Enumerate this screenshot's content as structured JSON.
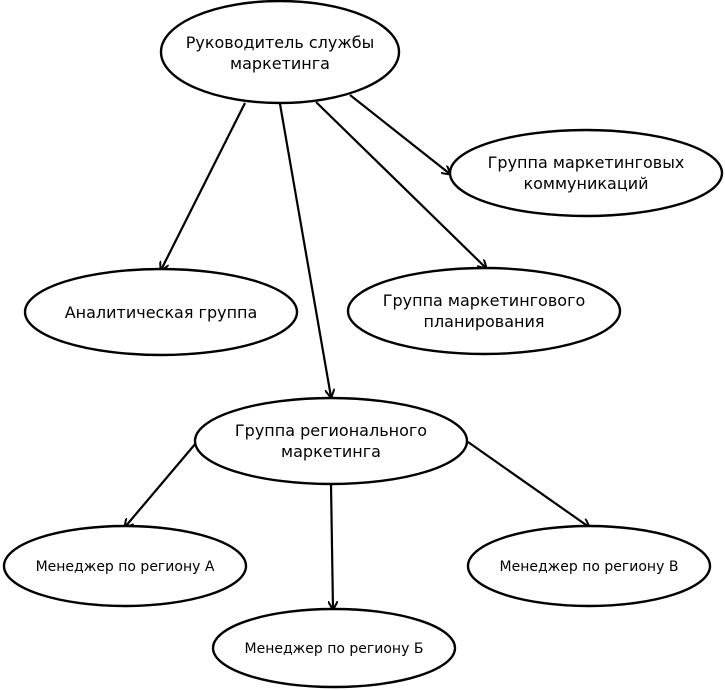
{
  "diagram": {
    "nodes": {
      "head": [
        "Руководитель службы",
        "маркетинга"
      ],
      "communications": [
        "Группа маркетинговых",
        "коммуникаций"
      ],
      "analytics": [
        "Аналитическая группа"
      ],
      "planning": [
        "Группа маркетингового",
        "планирования"
      ],
      "regional": [
        "Группа регионального",
        "маркетинга"
      ],
      "manager_a": [
        "Менеджер по региону А"
      ],
      "manager_b": [
        "Менеджер по региону Б"
      ],
      "manager_v": [
        "Менеджер по региону В"
      ]
    },
    "edges": [
      {
        "from": "head",
        "to": "communications"
      },
      {
        "from": "head",
        "to": "analytics"
      },
      {
        "from": "head",
        "to": "planning"
      },
      {
        "from": "head",
        "to": "regional"
      },
      {
        "from": "regional",
        "to": "manager_a"
      },
      {
        "from": "regional",
        "to": "manager_b"
      },
      {
        "from": "regional",
        "to": "manager_v"
      }
    ],
    "colors": {
      "stroke": "#000000",
      "fill": "#ffffff",
      "text": "#000000"
    }
  }
}
